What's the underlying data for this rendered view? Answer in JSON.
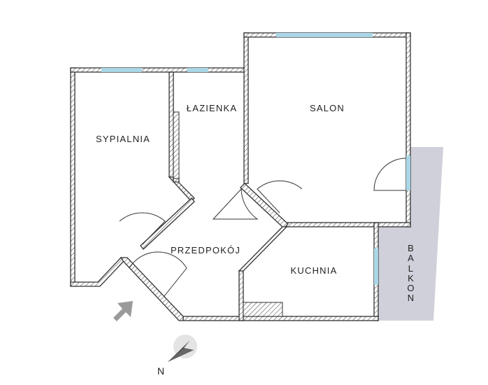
{
  "rooms": {
    "sypialnia": "SYPIALNIA",
    "lazienka": "ŁAZIENKA",
    "salon": "SALON",
    "przedpokoj": "PRZEDPOKÓJ",
    "kuchnia": "KUCHNIA",
    "balkon": [
      "B",
      "A",
      "L",
      "K",
      "O",
      "N"
    ]
  },
  "compass": {
    "label": "N",
    "icon": "compass-needle-icon"
  },
  "entrance": {
    "icon": "entrance-arrow-icon"
  },
  "colors": {
    "wall": "#333333",
    "window": "#a9d7e8",
    "balcony": "#cfd0d9",
    "entrance_arrow": "#9a9a9a",
    "compass_bg": "#e4e4e4"
  }
}
